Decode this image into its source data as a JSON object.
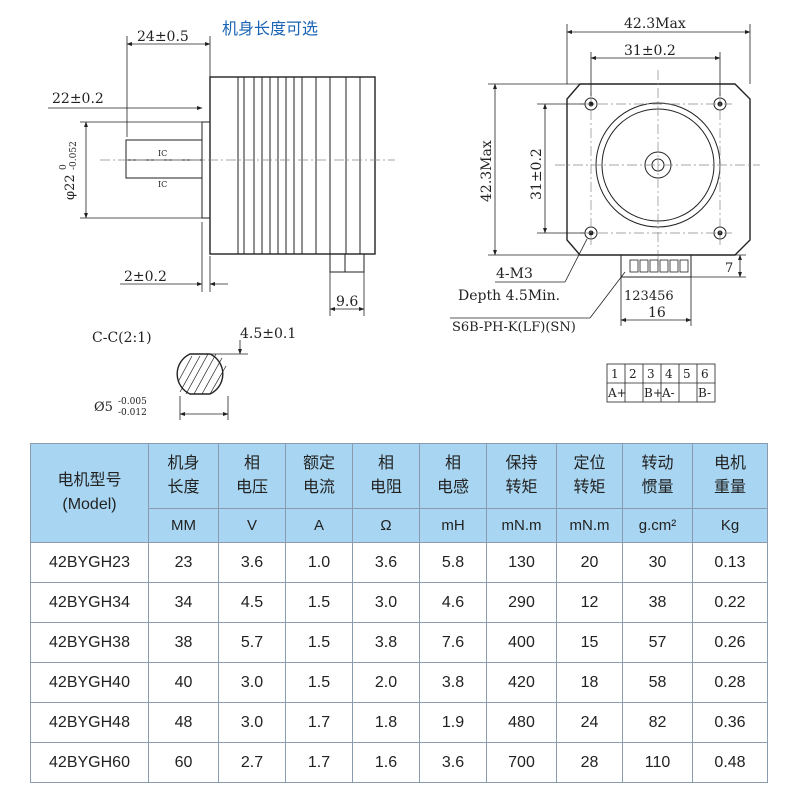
{
  "drawing": {
    "side_view": {
      "dim_24": "24±0.5",
      "body_length_note": "机身长度可选",
      "dim_22": "22±0.2",
      "shaft_dia": "φ22",
      "shaft_tol_upper": "0",
      "shaft_tol_lower": "-0.052",
      "dim_2": "2±0.2",
      "dim_9_6": "9.6",
      "ic_mark": "IC"
    },
    "section_view": {
      "title": "C-C(2:1)",
      "dim_4_5": "4.5±0.1",
      "dim_5": "Ø5",
      "dim_5_tol_upper": "-0.005",
      "dim_5_tol_lower": "-0.012"
    },
    "front_view": {
      "dim_width_max": "42.3Max",
      "dim_hole_pitch_h": "31±0.2",
      "dim_height_max": "42.3Max",
      "dim_hole_pitch_v": "31±0.2",
      "hole_note": "4-M3",
      "hole_depth_note": "Depth 4.5Min.",
      "pin_numbers": "123456",
      "connector_width": "16",
      "connector_height": "7",
      "connector_part": "S6B-PH-K(LF)(SN)"
    },
    "pinout": {
      "numbers": [
        "1",
        "2",
        "3",
        "4",
        "5",
        "6"
      ],
      "signals": [
        "A+",
        "",
        "B+",
        "A-",
        "",
        "B-"
      ]
    }
  },
  "table": {
    "model_header": [
      "电机型号",
      "(Model)"
    ],
    "columns": [
      {
        "name": [
          "机身",
          "长度"
        ],
        "unit": "MM"
      },
      {
        "name": [
          "相",
          "电压"
        ],
        "unit": "V"
      },
      {
        "name": [
          "额定",
          "电流"
        ],
        "unit": "A"
      },
      {
        "name": [
          "相",
          "电阻"
        ],
        "unit": "Ω"
      },
      {
        "name": [
          "相",
          "电感"
        ],
        "unit": "mH"
      },
      {
        "name": [
          "保持",
          "转矩"
        ],
        "unit": "mN.m"
      },
      {
        "name": [
          "定位",
          "转矩"
        ],
        "unit": "mN.m"
      },
      {
        "name": [
          "转动",
          "惯量"
        ],
        "unit": "g.cm²"
      },
      {
        "name": [
          "电机",
          "重量"
        ],
        "unit": "Kg"
      }
    ],
    "rows": [
      [
        "42BYGH23",
        "23",
        "3.6",
        "1.0",
        "3.6",
        "5.8",
        "130",
        "20",
        "30",
        "0.13"
      ],
      [
        "42BYGH34",
        "34",
        "4.5",
        "1.5",
        "3.0",
        "4.6",
        "290",
        "12",
        "38",
        "0.22"
      ],
      [
        "42BYGH38",
        "38",
        "5.7",
        "1.5",
        "3.8",
        "7.6",
        "400",
        "15",
        "57",
        "0.26"
      ],
      [
        "42BYGH40",
        "40",
        "3.0",
        "1.5",
        "2.0",
        "3.8",
        "420",
        "18",
        "58",
        "0.28"
      ],
      [
        "42BYGH48",
        "48",
        "3.0",
        "1.7",
        "1.8",
        "1.9",
        "480",
        "24",
        "82",
        "0.36"
      ],
      [
        "42BYGH60",
        "60",
        "2.7",
        "1.7",
        "1.6",
        "3.6",
        "700",
        "28",
        "110",
        "0.48"
      ]
    ]
  }
}
